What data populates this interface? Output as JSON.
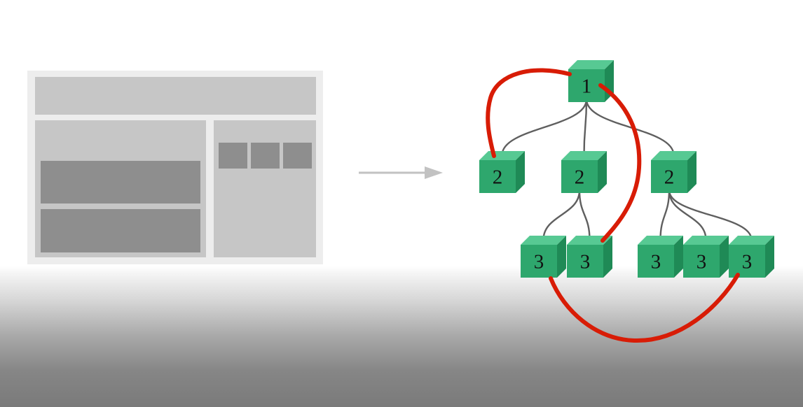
{
  "colors": {
    "wireframe_outer": "#ededed",
    "wireframe_panel": "#c6c6c6",
    "wireframe_block": "#8e8e8e",
    "arrow": "#c2c2c2",
    "cube_front": "#2ea76d",
    "cube_top": "#57c993",
    "cube_side": "#1f8a56",
    "tree_edge": "#5f5f5f",
    "highlight_edge": "#d81c06"
  },
  "tree": {
    "nodes": [
      {
        "id": "root",
        "label": "1",
        "level": 1
      },
      {
        "id": "child-a",
        "label": "2",
        "level": 2
      },
      {
        "id": "child-b",
        "label": "2",
        "level": 2
      },
      {
        "id": "child-c",
        "label": "2",
        "level": 2
      },
      {
        "id": "grandchild-b1",
        "label": "3",
        "level": 3
      },
      {
        "id": "grandchild-b2",
        "label": "3",
        "level": 3
      },
      {
        "id": "grandchild-c1",
        "label": "3",
        "level": 3
      },
      {
        "id": "grandchild-c2",
        "label": "3",
        "level": 3
      },
      {
        "id": "grandchild-c3",
        "label": "3",
        "level": 3
      }
    ],
    "edges": [
      [
        "root",
        "child-a"
      ],
      [
        "root",
        "child-b"
      ],
      [
        "root",
        "child-c"
      ],
      [
        "child-b",
        "grandchild-b1"
      ],
      [
        "child-b",
        "grandchild-b2"
      ],
      [
        "child-c",
        "grandchild-c1"
      ],
      [
        "child-c",
        "grandchild-c2"
      ],
      [
        "child-c",
        "grandchild-c3"
      ]
    ],
    "highlighted_links": [
      [
        "root",
        "child-a"
      ],
      [
        "root",
        "grandchild-b2"
      ],
      [
        "grandchild-b1",
        "grandchild-c3"
      ]
    ]
  }
}
